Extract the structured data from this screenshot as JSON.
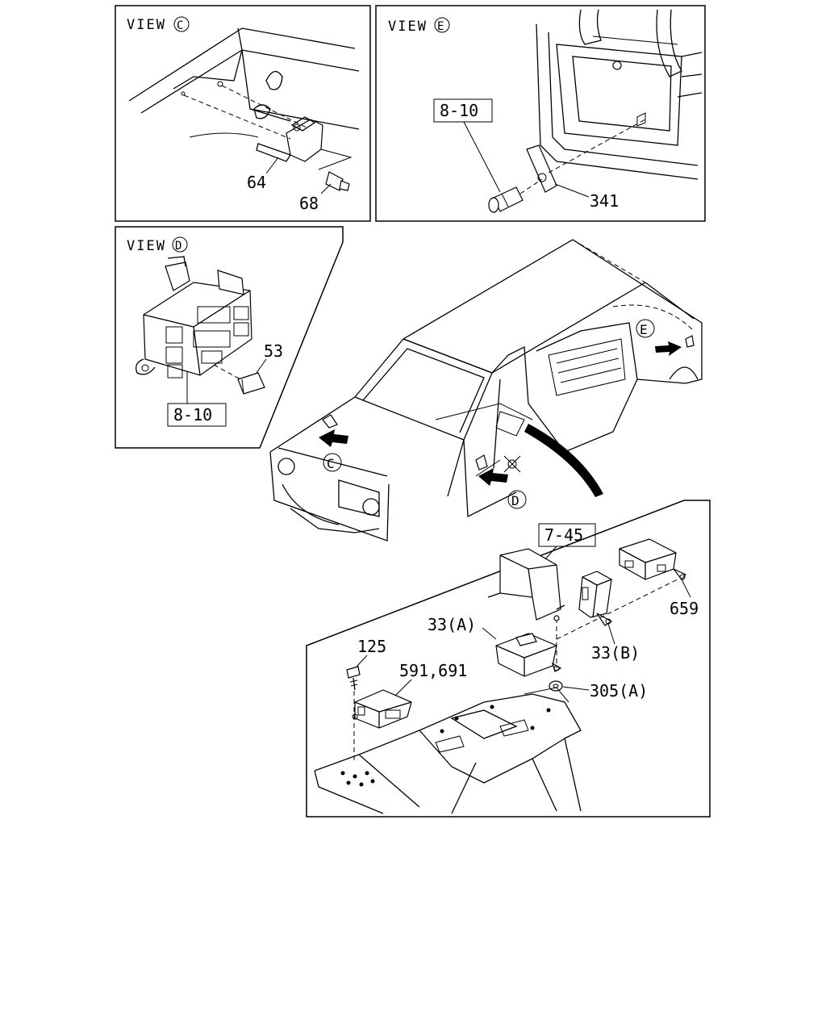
{
  "views": {
    "c": {
      "prefix": "VIEW",
      "letter": "C"
    },
    "e": {
      "prefix": "VIEW",
      "letter": "E"
    },
    "d": {
      "prefix": "VIEW",
      "letter": "D"
    }
  },
  "body_markers": {
    "c": "C",
    "d": "D",
    "e": "E"
  },
  "callouts": {
    "p64": "64",
    "p68": "68",
    "p8_10_e": "8-10",
    "p341": "341",
    "p53": "53",
    "p8_10_d": "8-10",
    "p7_45": "7-45",
    "p659": "659",
    "p33a": "33(A)",
    "p33b": "33(B)",
    "p125": "125",
    "p591": "591,691",
    "p305a": "305(A)"
  }
}
